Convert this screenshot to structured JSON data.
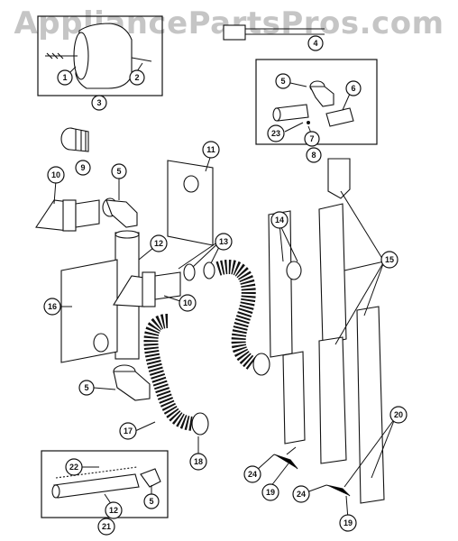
{
  "watermark": "AppliancePartsPros.com",
  "callouts": {
    "c1": "1",
    "c2": "2",
    "c3": "3",
    "c4": "4",
    "c5a": "5",
    "c5b": "5",
    "c5c": "5",
    "c5d": "5",
    "c6": "6",
    "c7": "7",
    "c8": "8",
    "c9": "9",
    "c10a": "10",
    "c10b": "10",
    "c11": "11",
    "c12a": "12",
    "c12b": "12",
    "c13": "13",
    "c14": "14",
    "c15": "15",
    "c16": "16",
    "c17": "17",
    "c18": "18",
    "c19a": "19",
    "c19b": "19",
    "c20": "20",
    "c21": "21",
    "c22": "22",
    "c23": "23",
    "c24a": "24",
    "c24b": "24"
  }
}
